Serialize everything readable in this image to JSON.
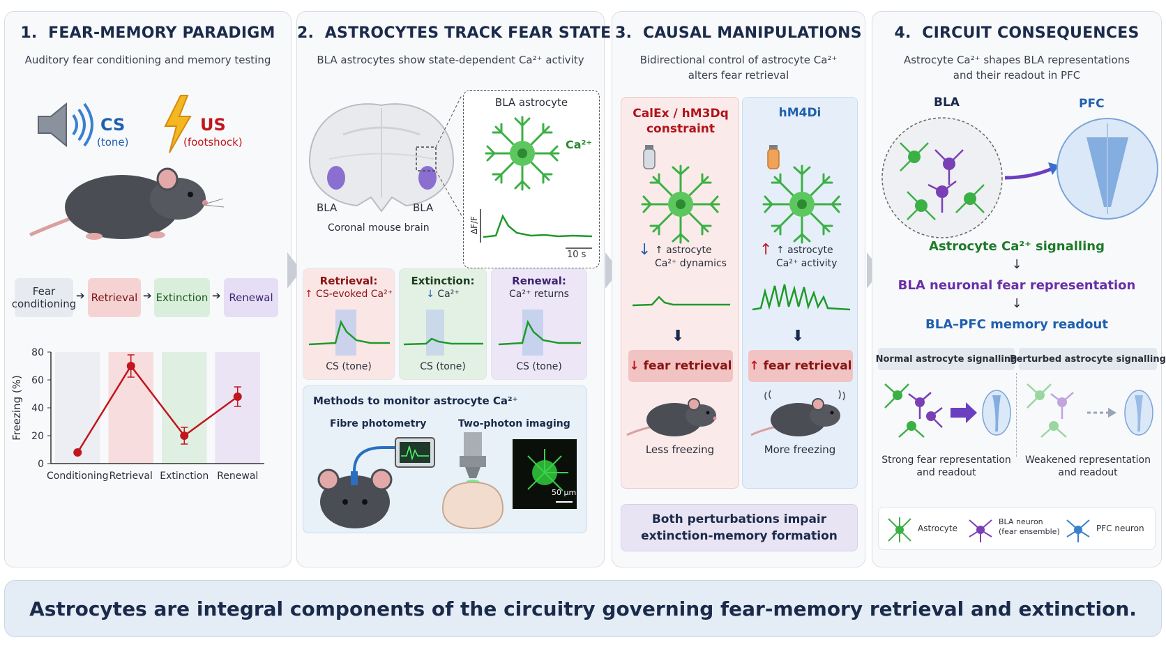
{
  "panel1": {
    "num": "1.",
    "title": "FEAR-MEMORY PARADIGM",
    "subtitle": "Auditory fear conditioning and memory testing",
    "cs_label": "CS",
    "cs_sub": "(tone)",
    "us_label": "US",
    "us_sub": "(footshock)",
    "steps": [
      "Fear conditioning",
      "Retrieval",
      "Extinction",
      "Renewal"
    ],
    "chart_data": {
      "type": "line",
      "categories": [
        "Conditioning",
        "Retrieval",
        "Extinction",
        "Renewal"
      ],
      "values": [
        8,
        70,
        20,
        48
      ],
      "errors": [
        0,
        8,
        6,
        7
      ],
      "ylabel": "Freezing (%)",
      "ylim": [
        0,
        80
      ],
      "yticks": [
        "0",
        "20",
        "40",
        "60",
        "80"
      ],
      "color": "#c0161c"
    }
  },
  "panel2": {
    "num": "2.",
    "title": "ASTROCYTES TRACK FEAR STATE",
    "subtitle": "BLA astrocytes show state-dependent Ca²⁺ activity",
    "bla_left": "BLA",
    "bla_right": "BLA",
    "brain_caption": "Coronal mouse brain",
    "inset_title": "BLA astrocyte",
    "ca_label": "Ca²⁺",
    "af_label": "ΔF/F",
    "scale_label": "10 s",
    "phases": [
      {
        "title": "Retrieval:",
        "desc": "CS-evoked Ca²⁺",
        "caption": "CS (tone)"
      },
      {
        "title": "Extinction:",
        "desc": "Ca²⁺",
        "caption": "CS (tone)"
      },
      {
        "title": "Renewal:",
        "desc": "Ca²⁺ returns",
        "caption": "CS (tone)"
      }
    ],
    "methods_title": "Methods to monitor astrocyte Ca²⁺",
    "method1": "Fibre photometry",
    "method2": "Two-photon imaging",
    "scalebar2": "50 µm"
  },
  "panel3": {
    "num": "3.",
    "title": "CAUSAL MANIPULATIONS",
    "subtitle": "Bidirectional control of astrocyte Ca²⁺ alters fear retrieval",
    "left_title": "CalEx / hM3Dq constraint",
    "left_desc1": "↑ astrocyte",
    "left_desc2": "Ca²⁺ dynamics",
    "left_outcome": "fear retrieval",
    "left_caption": "Less freezing",
    "right_title": "hM4Di",
    "right_desc1": "↑ astrocyte",
    "right_desc2": "Ca²⁺ activity",
    "right_outcome": "fear retrieval",
    "right_caption": "More freezing",
    "footer": "Both perturbations impair extinction-memory formation"
  },
  "panel4": {
    "num": "4.",
    "title": "CIRCUIT CONSEQUENCES",
    "subtitle": "Astrocyte Ca²⁺ shapes BLA representations and their readout in PFC",
    "bla": "BLA",
    "pfc": "PFC",
    "chain1": "Astrocyte Ca²⁺ signalling",
    "chain2": "BLA neuronal fear representation",
    "chain3": "BLA–PFC memory readout",
    "normal_title": "Normal astrocyte signalling",
    "perturbed_title": "Perturbed astrocyte signalling",
    "normal_caption": "Strong fear representation and readout",
    "perturbed_caption": "Weakened representation and readout",
    "legend": [
      "Astrocyte",
      "BLA neuron (fear ensemble)",
      "PFC neuron"
    ]
  },
  "conclusion": "Astrocytes are integral components of the circuitry governing fear-memory retrieval and extinction.",
  "colors": {
    "astro_green": "#2eaa3a",
    "neuron_purple": "#7a3fb5",
    "pfc_blue": "#3a7fd0",
    "red": "#c0161c",
    "navy": "#1a2a4a"
  }
}
